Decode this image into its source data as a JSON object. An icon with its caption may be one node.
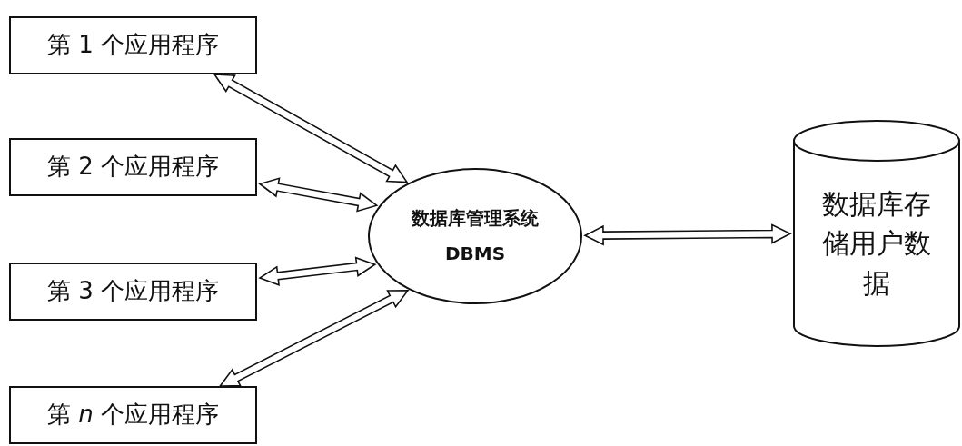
{
  "diagram": {
    "nodes": [
      {
        "text": [
          "第 1 个应用程序"
        ]
      },
      {
        "text": [
          "第 2 个应用程序"
        ]
      },
      {
        "text": [
          "第 3 个应用程序"
        ]
      },
      {
        "text": [
          "第 *n* 个应用程序"
        ]
      },
      {
        "text": [
          "数据库管理系统",
          "DBMS"
        ]
      },
      {
        "text": [
          "数据库存储用户数据"
        ]
      }
    ],
    "edges": [
      {
        "from": 0,
        "to": 4,
        "arrow": "both"
      },
      {
        "from": 1,
        "to": 4,
        "arrow": "both"
      },
      {
        "from": 2,
        "to": 4,
        "arrow": "both"
      },
      {
        "from": 3,
        "to": 4,
        "arrow": "both"
      },
      {
        "from": 4,
        "to": 5,
        "arrow": "both"
      }
    ]
  }
}
